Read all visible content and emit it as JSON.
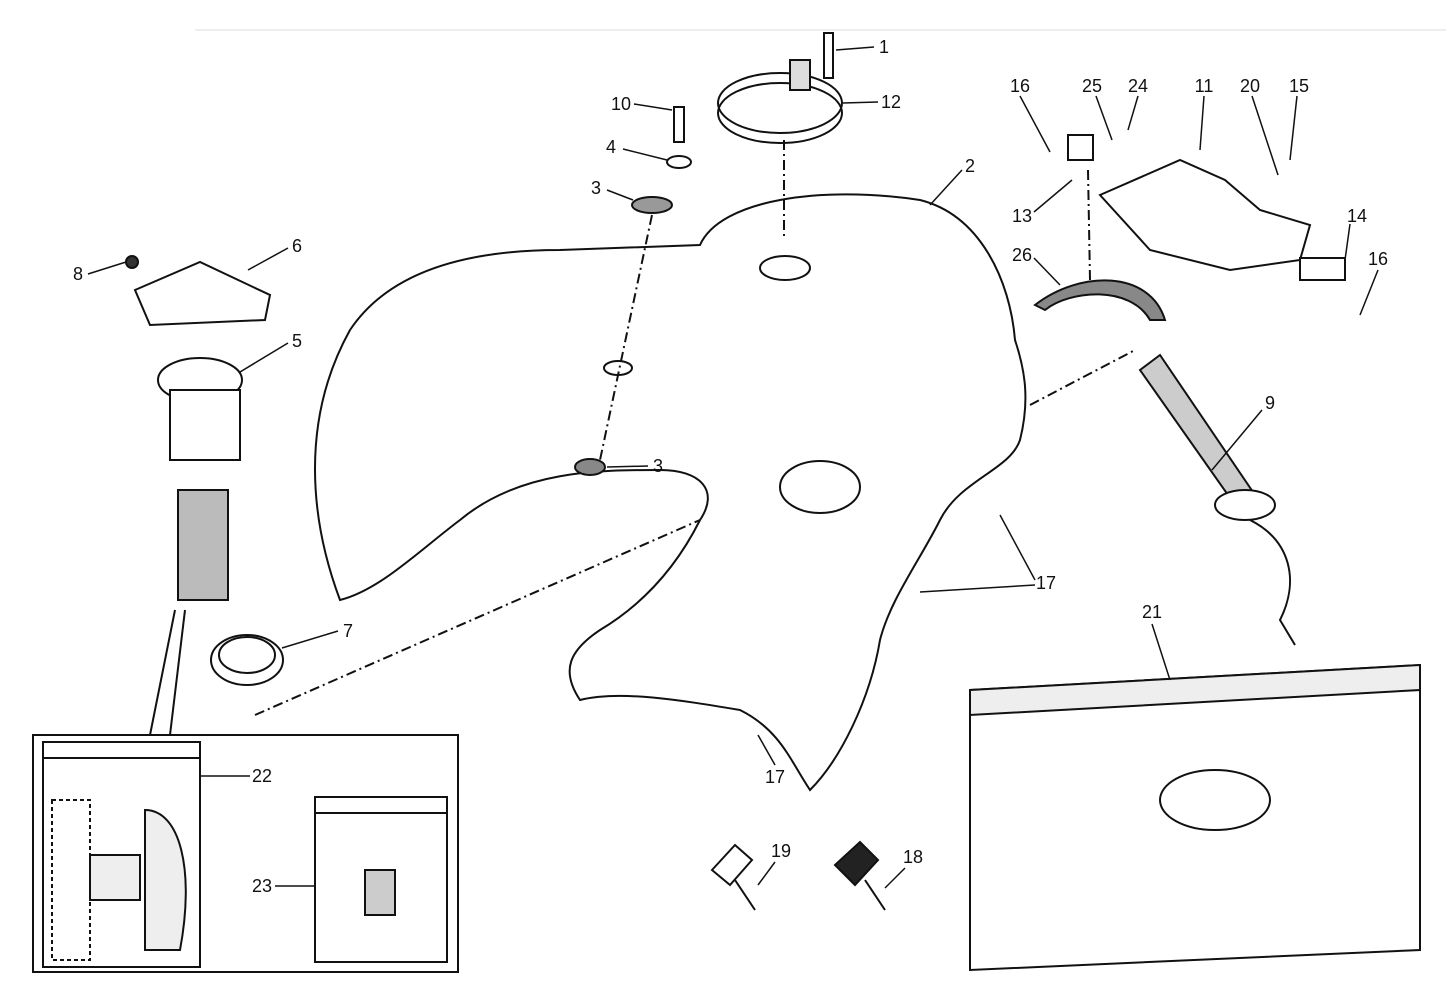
{
  "diagram": {
    "title": "Fuel tank exploded parts diagram",
    "callouts": {
      "c1": "1",
      "c12": "12",
      "c10": "10",
      "c4": "4",
      "c3a": "3",
      "c2": "2",
      "c6": "6",
      "c8": "8",
      "c5": "5",
      "c3b": "3",
      "c7": "7",
      "c16a": "16",
      "c25": "25",
      "c24": "24",
      "c11": "11",
      "c20": "20",
      "c15": "15",
      "c13": "13",
      "c14": "14",
      "c26": "26",
      "c16b": "16",
      "c9": "9",
      "c17a": "17",
      "c21": "21",
      "c17b": "17",
      "c22": "22",
      "c19": "19",
      "c18": "18",
      "c23": "23"
    }
  }
}
